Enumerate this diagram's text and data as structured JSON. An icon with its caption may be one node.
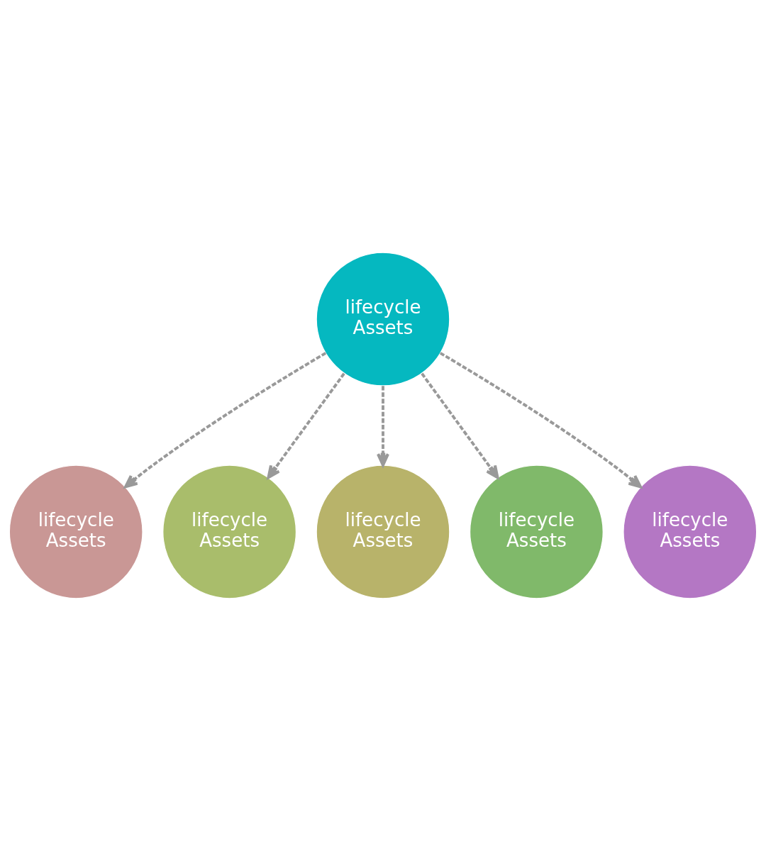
{
  "diagram": {
    "nodes": [
      {
        "text": [
          "lifecycle Assets"
        ]
      },
      {
        "text": [
          "lifecycle Assets"
        ]
      },
      {
        "text": [
          "lifecycle Assets"
        ]
      },
      {
        "text": [
          "lifecycle Assets"
        ]
      },
      {
        "text": [
          "lifecycle Assets"
        ]
      },
      {
        "text": [
          "lifecycle Assets"
        ]
      }
    ],
    "edges": [
      {
        "from": 0,
        "to": 1,
        "arrow": "to",
        "style": "dashed"
      },
      {
        "from": 0,
        "to": 2,
        "arrow": "to",
        "style": "dashed"
      },
      {
        "from": 0,
        "to": 3,
        "arrow": "to",
        "style": "dashed"
      },
      {
        "from": 0,
        "to": 4,
        "arrow": "to",
        "style": "dashed"
      },
      {
        "from": 0,
        "to": 5,
        "arrow": "to",
        "style": "dashed"
      }
    ]
  }
}
